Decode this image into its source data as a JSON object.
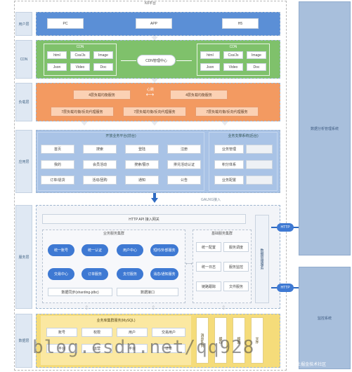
{
  "page": {
    "title": "K8平台"
  },
  "layers": {
    "user": "用户层",
    "cdn": "CDN",
    "lb": "负载层",
    "app": "应用层",
    "tx": "服务层",
    "db": "数据层"
  },
  "user_layer": {
    "items": [
      "PC",
      "APP",
      "H5"
    ]
  },
  "cdn_layer": {
    "left_group_title": "CDN",
    "left_items": [
      "html",
      "Css/Js",
      "Image",
      "Json",
      "Video",
      "Doc"
    ],
    "center": "CDN管理中心",
    "right_group_title": "CDN",
    "right_items": [
      "html",
      "Css/Js",
      "Image",
      "Json",
      "Video",
      "Doc"
    ]
  },
  "lb_layer": {
    "top_left": "4层负载均衡服务",
    "middle": "心跳",
    "top_right": "4层负载均衡服务",
    "bottom": [
      "7层负载均衡/反向代理服务",
      "7层负载均衡/反向代理服务",
      "7层负载均衡/反向代理服务"
    ]
  },
  "app_layer": {
    "title": "开放业务平台(前台)",
    "items": [
      "首页",
      "搜索",
      "登陆",
      "注册",
      "我的",
      "会员活动",
      "搜索/展示",
      "排兑活动认证",
      "订单/退货",
      "活动/团购",
      "通知",
      "公告"
    ],
    "right_title": "业务支撑系统(后台)",
    "right_items": [
      [
        "业务管理",
        ""
      ],
      [
        "积分体系",
        ""
      ],
      [
        "业务配置",
        ""
      ]
    ]
  },
  "gateway_label": "GAUXG接入",
  "service_layer": {
    "gateway": "HTTP API 接入网关",
    "core_title": "业务服务集群",
    "core_items": [
      "统一账号",
      "统一认证",
      "用户中心",
      "短时/外部服务",
      "交易中心",
      "订单服务",
      "支付服务",
      "消息/通知服务"
    ],
    "data_sync": "数据同步(sharding-jdbc)",
    "data_api": "数据接口",
    "base_title": "基础服务集群",
    "base_items": [
      "统一配置",
      "服务调度",
      "统一日志",
      "服务监控",
      "链路跟踪",
      "文件服务"
    ],
    "side_panel": "数据管理服务",
    "http_badges": [
      "HTTP",
      "HTTP"
    ]
  },
  "db_layer": {
    "title": "业务库集群服务(MySQL)",
    "row1": [
      "账号",
      "权限",
      "用户",
      "交易用户"
    ],
    "row2": [
      "平台",
      "运营",
      "平台",
      "订单"
    ],
    "side_cols": [
      "消息队列",
      "缓存",
      "搜索",
      "文件"
    ]
  },
  "right_panels": [
    "数据分析管理系统",
    "监控系统"
  ],
  "watermark": "blog.csdn.net/qq928",
  "corner_tag": "@稀土掘金技术社区"
}
